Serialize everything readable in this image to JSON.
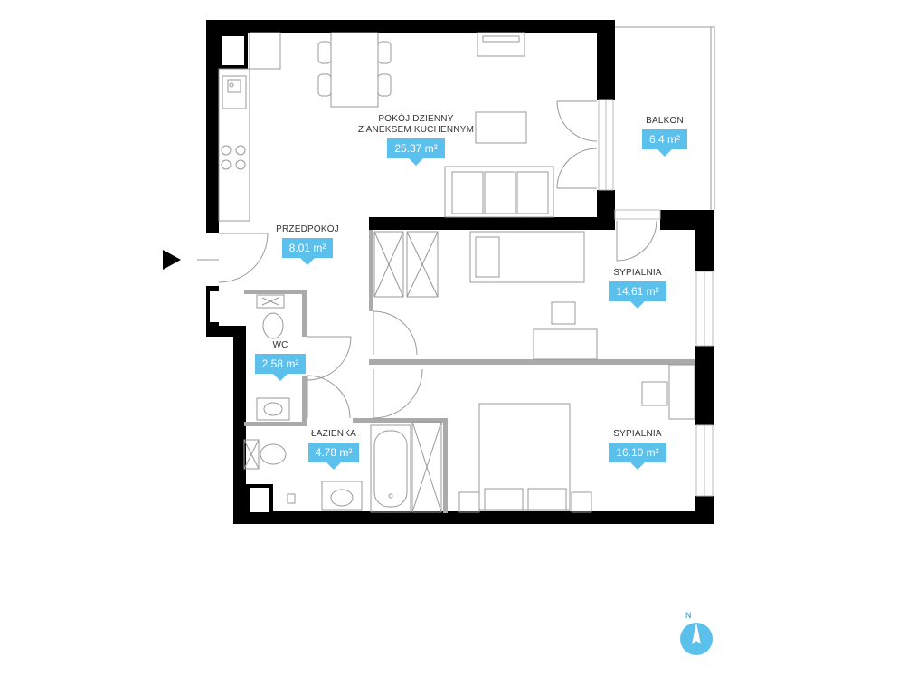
{
  "colors": {
    "accent": "#5bc0ec",
    "wall": "#000000",
    "partition": "#aaaaaa",
    "furniture": "#999999"
  },
  "entrance": {
    "icon": "entry-arrow-icon"
  },
  "rooms": {
    "living": {
      "name_line1": "POKÓJ DZIENNY",
      "name_line2": "Z ANEKSEM KUCHENNYM",
      "area": "25.37 m²"
    },
    "balcony": {
      "name": "BALKON",
      "area": "6.4 m²"
    },
    "hall": {
      "name": "PRZEDPOKÓJ",
      "area": "8.01 m²"
    },
    "bedroom1": {
      "name": "SYPIALNIA",
      "area": "14.61 m²"
    },
    "wc": {
      "name": "WC",
      "area": "2.58 m²"
    },
    "bathroom": {
      "name": "ŁAZIENKA",
      "area": "4.78 m²"
    },
    "bedroom2": {
      "name": "SYPIALNIA",
      "area": "16.10 m²"
    }
  },
  "compass": {
    "label": "N",
    "icon": "compass-icon"
  }
}
